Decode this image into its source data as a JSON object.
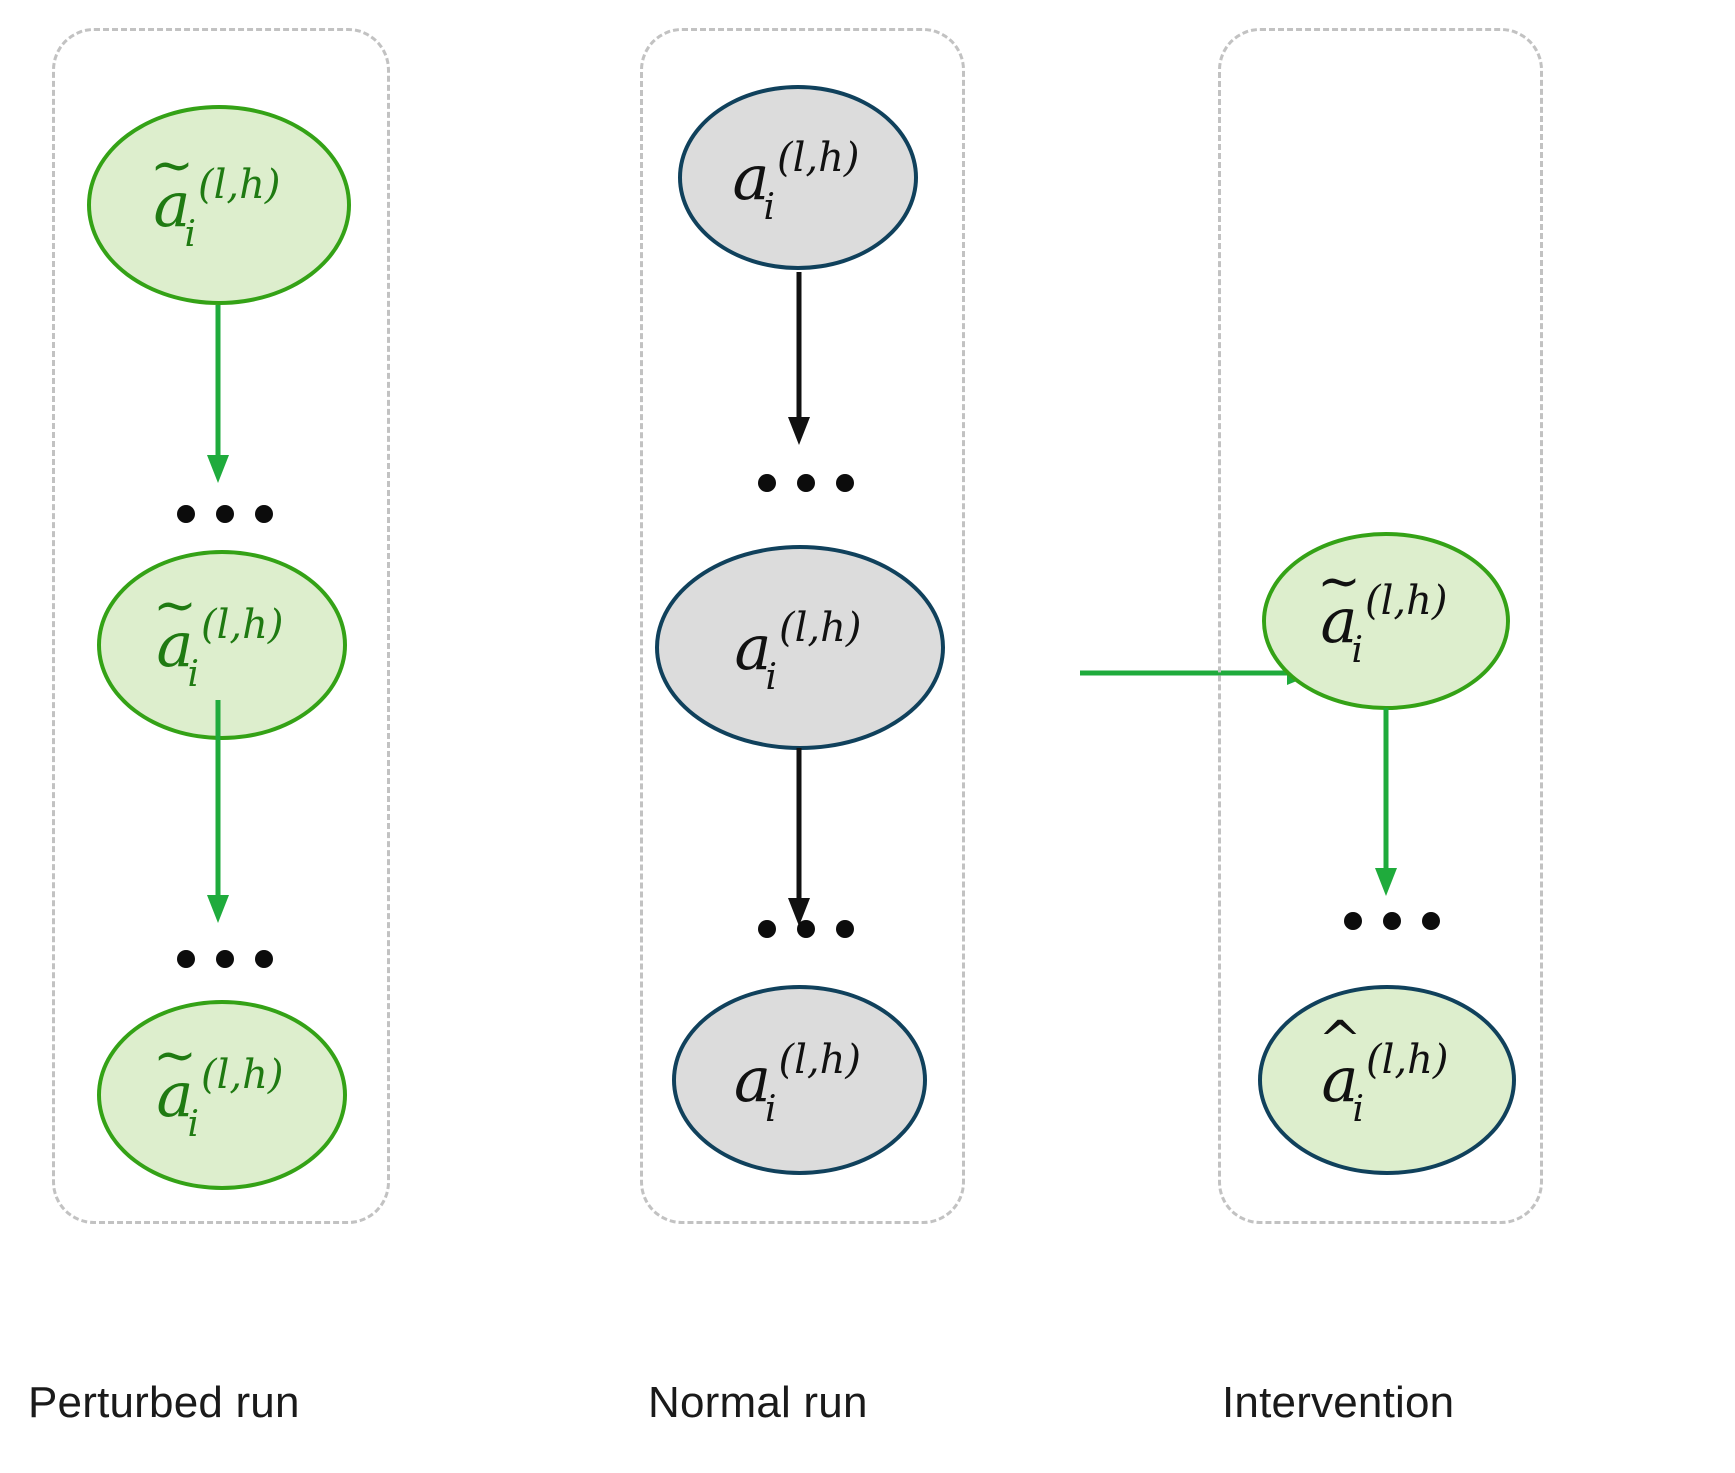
{
  "figure": {
    "title": "Activation patching diagram: perturbed run, normal run, intervention",
    "background": "#ffffff",
    "colors": {
      "green_stroke": "#34a216",
      "green_fill": "#ddeecd",
      "green_text": "#1f7a12",
      "green_arrow": "#1fab3c",
      "navy_stroke": "#10415c",
      "gray_fill": "#dcdcdc",
      "dashed_border": "#c2c2c2",
      "dot_color": "#0c0c0c",
      "caption_color": "#1a1a1a"
    }
  },
  "columns": [
    {
      "id": "perturbed",
      "caption": "Perturbed run"
    },
    {
      "id": "normal",
      "caption": "Normal run"
    },
    {
      "id": "intervention",
      "caption": "Intervention"
    }
  ],
  "nodes": {
    "perturbed": [
      {
        "accent": "~",
        "base": "a",
        "sub": "i",
        "sup": "(l,h)",
        "style": "green",
        "text": "green"
      },
      {
        "accent": "~",
        "base": "a",
        "sub": "i",
        "sup": "(l,h)",
        "style": "green",
        "text": "green"
      },
      {
        "accent": "~",
        "base": "a",
        "sub": "i",
        "sup": "(l,h)",
        "style": "green",
        "text": "green"
      }
    ],
    "normal": [
      {
        "accent": "",
        "base": "a",
        "sub": "i",
        "sup": "(l,h)",
        "style": "gray",
        "text": "dark"
      },
      {
        "accent": "",
        "base": "a",
        "sub": "i",
        "sup": "(l,h)",
        "style": "gray",
        "text": "dark"
      },
      {
        "accent": "",
        "base": "a",
        "sub": "i",
        "sup": "(l,h)",
        "style": "gray",
        "text": "dark"
      }
    ],
    "intervention": [
      {
        "accent": "~",
        "base": "a",
        "sub": "i",
        "sup": "(l,h)",
        "style": "green",
        "text": "dark"
      },
      {
        "accent": "^",
        "base": "a",
        "sub": "i",
        "sup": "(l,h)",
        "style": "greenfill-navy",
        "text": "dark"
      }
    ]
  },
  "ellipses_marker": "• • •",
  "arrows": [
    {
      "id": "perturbed-arrow-1",
      "from": "perturbed-node-1",
      "to": "perturbed-dots-1",
      "color": "#1fab3c",
      "orientation": "vertical"
    },
    {
      "id": "perturbed-arrow-2",
      "from": "perturbed-node-2",
      "to": "perturbed-dots-2",
      "color": "#1fab3c",
      "orientation": "vertical"
    },
    {
      "id": "normal-arrow-1",
      "from": "normal-node-1",
      "to": "normal-dots-1",
      "color": "#111111",
      "orientation": "vertical"
    },
    {
      "id": "normal-arrow-2",
      "from": "normal-node-2",
      "to": "normal-dots-2",
      "color": "#111111",
      "orientation": "vertical"
    },
    {
      "id": "patch-arrow",
      "from": "normal-node-2",
      "to": "intervention-node-1",
      "color": "#1fab3c",
      "orientation": "horizontal"
    },
    {
      "id": "intervention-arrow-1",
      "from": "intervention-node-1",
      "to": "intervention-dots-1",
      "color": "#1fab3c",
      "orientation": "vertical"
    }
  ]
}
